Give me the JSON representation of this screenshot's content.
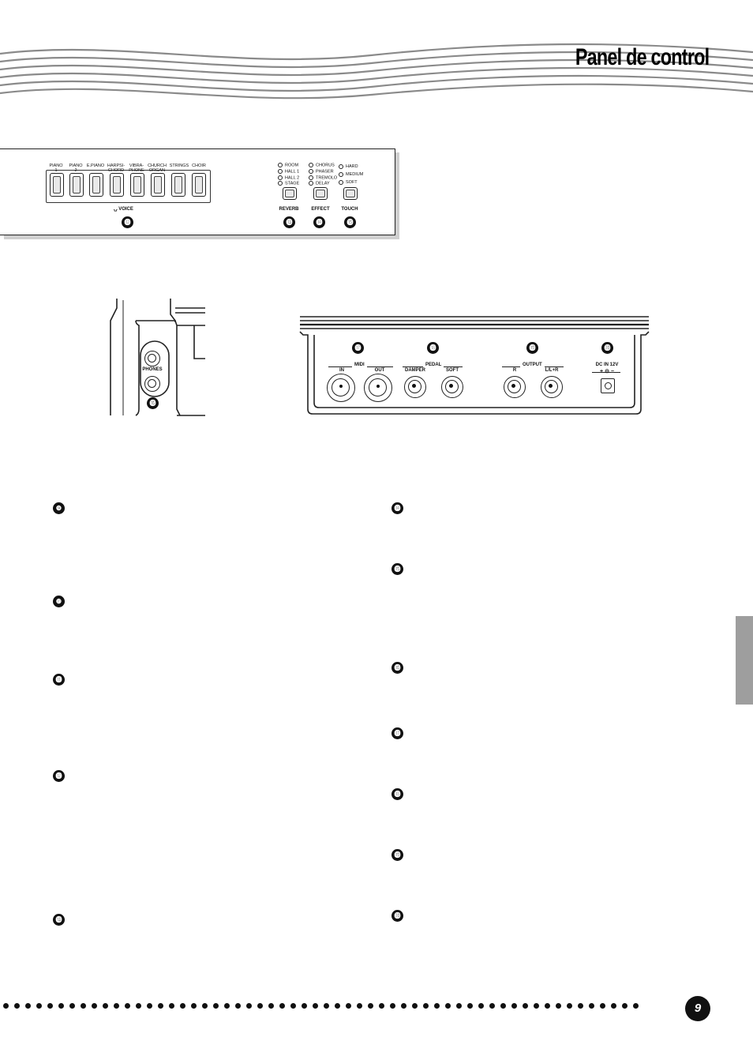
{
  "header": {
    "title": "Panel de control"
  },
  "front_panel": {
    "voice_buttons": [
      {
        "label": "PIANO\n1"
      },
      {
        "label": "PIANO\n2"
      },
      {
        "label": "E.PIANO"
      },
      {
        "label": "HARPSI-\nCHORD"
      },
      {
        "label": "VIBRA-\nPHONE"
      },
      {
        "label": "CHURCH\nORGAN"
      },
      {
        "label": "STRINGS"
      },
      {
        "label": "CHOIR"
      }
    ],
    "voice_group_label": "VOICE",
    "voice_number": "⓬",
    "reverb": {
      "leds": [
        "ROOM",
        "HALL 1",
        "HALL 2",
        "STAGE"
      ],
      "label": "REVERB",
      "number": "⓭"
    },
    "effect": {
      "leds": [
        "CHORUS",
        "PHASER",
        "TREMOLO",
        "DELAY"
      ],
      "label": "EFFECT",
      "number": "⓮"
    },
    "touch": {
      "leds": [
        "HARD",
        "MEDIUM",
        "SOFT"
      ],
      "label": "TOUCH",
      "number": "⓯"
    }
  },
  "side_panel": {
    "label": "PHONES",
    "number": "⓰"
  },
  "rear_panel": {
    "numbers": [
      "⓱",
      "⓲",
      "⓳",
      "⓴"
    ],
    "midi": {
      "title": "MIDI",
      "in": "IN",
      "out": "OUT"
    },
    "pedal": {
      "title": "PEDAL",
      "damper": "DAMPER",
      "soft": "SOFT"
    },
    "output": {
      "title": "OUTPUT",
      "r": "R",
      "l": "L/L+R"
    },
    "dc_in": {
      "label": "DC IN 12V",
      "polarity": "+ ⊝ −"
    }
  },
  "descriptions": {
    "left": [
      "❾",
      "❿",
      "⓫",
      "⓬",
      "⓭"
    ],
    "right": [
      "⓮",
      "⓯",
      "⓰",
      "⓱",
      "⓲",
      "⓳",
      "⓴"
    ]
  },
  "footer": {
    "page_number": "9"
  },
  "colors": {
    "ink": "#111111",
    "tab": "#9e9e9e",
    "panel_shadow": "#cfcfcf"
  }
}
